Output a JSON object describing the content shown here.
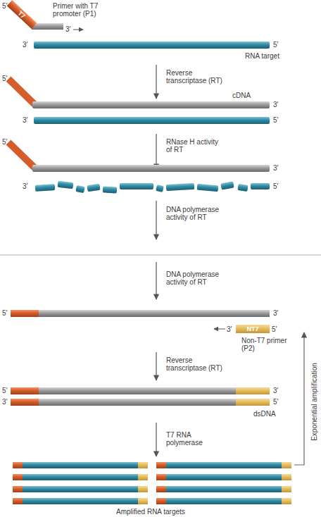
{
  "diagram": {
    "nodes": [
      {
        "text": [
          "T7"
        ]
      },
      {
        "text": [
          "NT7"
        ]
      }
    ],
    "labels": [
      "Primer with T7 promoter (P1)",
      "5′",
      "3′",
      "3′",
      "5′",
      "RNA target",
      "Reverse transcriptase (RT)",
      "5′",
      "cDNA",
      "3′",
      "3′",
      "5′",
      "RNase H activity of RT",
      "5′",
      "3′",
      "3′",
      "5′",
      "DNA polymerase activity of RT",
      "DNA polymerase activity of RT",
      "5′",
      "3′",
      "3′",
      "5′",
      "Non-T7 primer (P2)",
      "Reverse transcriptase (RT)",
      "5′",
      "3′",
      "3′",
      "5′",
      "dsDNA",
      "T7 RNA polymerase",
      "Exponential amplification",
      "Amplified RNA targets"
    ]
  }
}
